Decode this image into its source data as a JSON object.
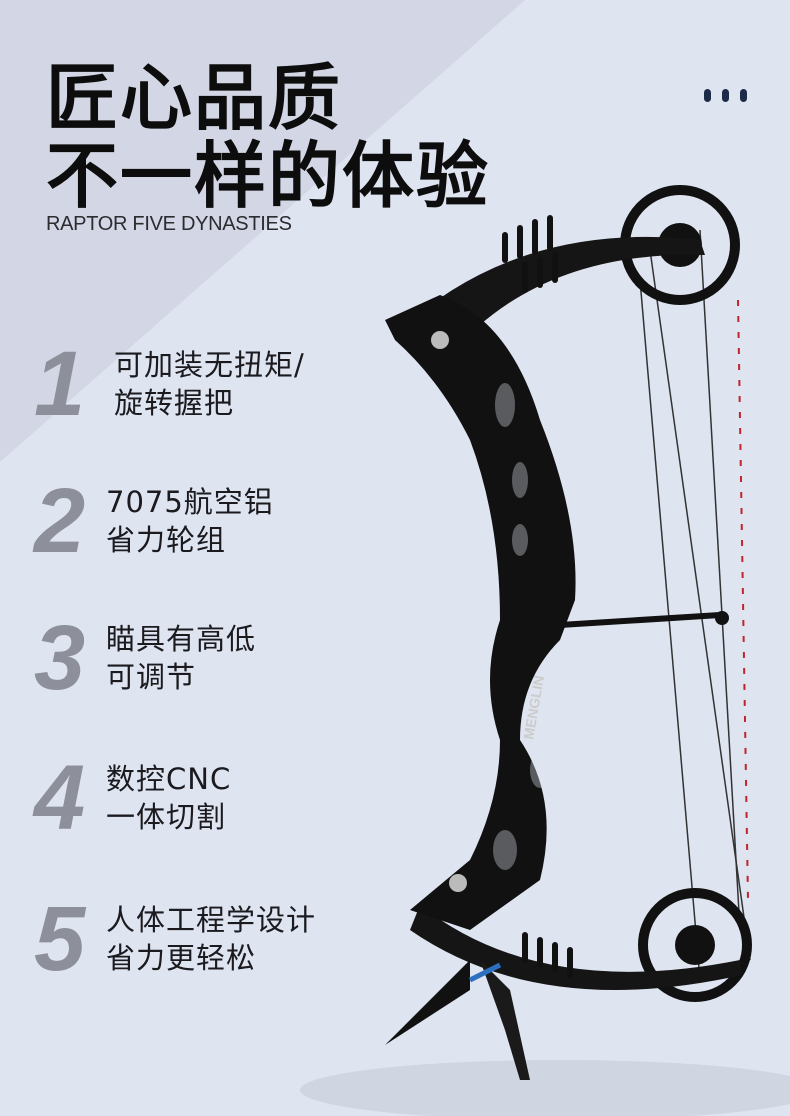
{
  "header": {
    "title_line1": "匠心品质",
    "title_line2": "不一样的体验",
    "subtitle": "RAPTOR FIVE DYNASTIES",
    "menu_icon": "more-dots-icon"
  },
  "features": [
    {
      "number": "1",
      "line1": "可加装无扭矩/",
      "line2": "旋转握把"
    },
    {
      "number": "2",
      "line1": "7075航空铝",
      "line2": "省力轮组"
    },
    {
      "number": "3",
      "line1": "瞄具有高低",
      "line2": "可调节"
    },
    {
      "number": "4",
      "line1": "数控CNC",
      "line2": "一体切割"
    },
    {
      "number": "5",
      "line1": "人体工程学设计",
      "line2": "省力更轻松"
    }
  ],
  "product": {
    "logo_text": "MENGLIN"
  },
  "colors": {
    "background": "#dfe4f1",
    "diagonal": "#d3d7e5",
    "number": "#8d909b",
    "dots": "#1d2a48"
  }
}
